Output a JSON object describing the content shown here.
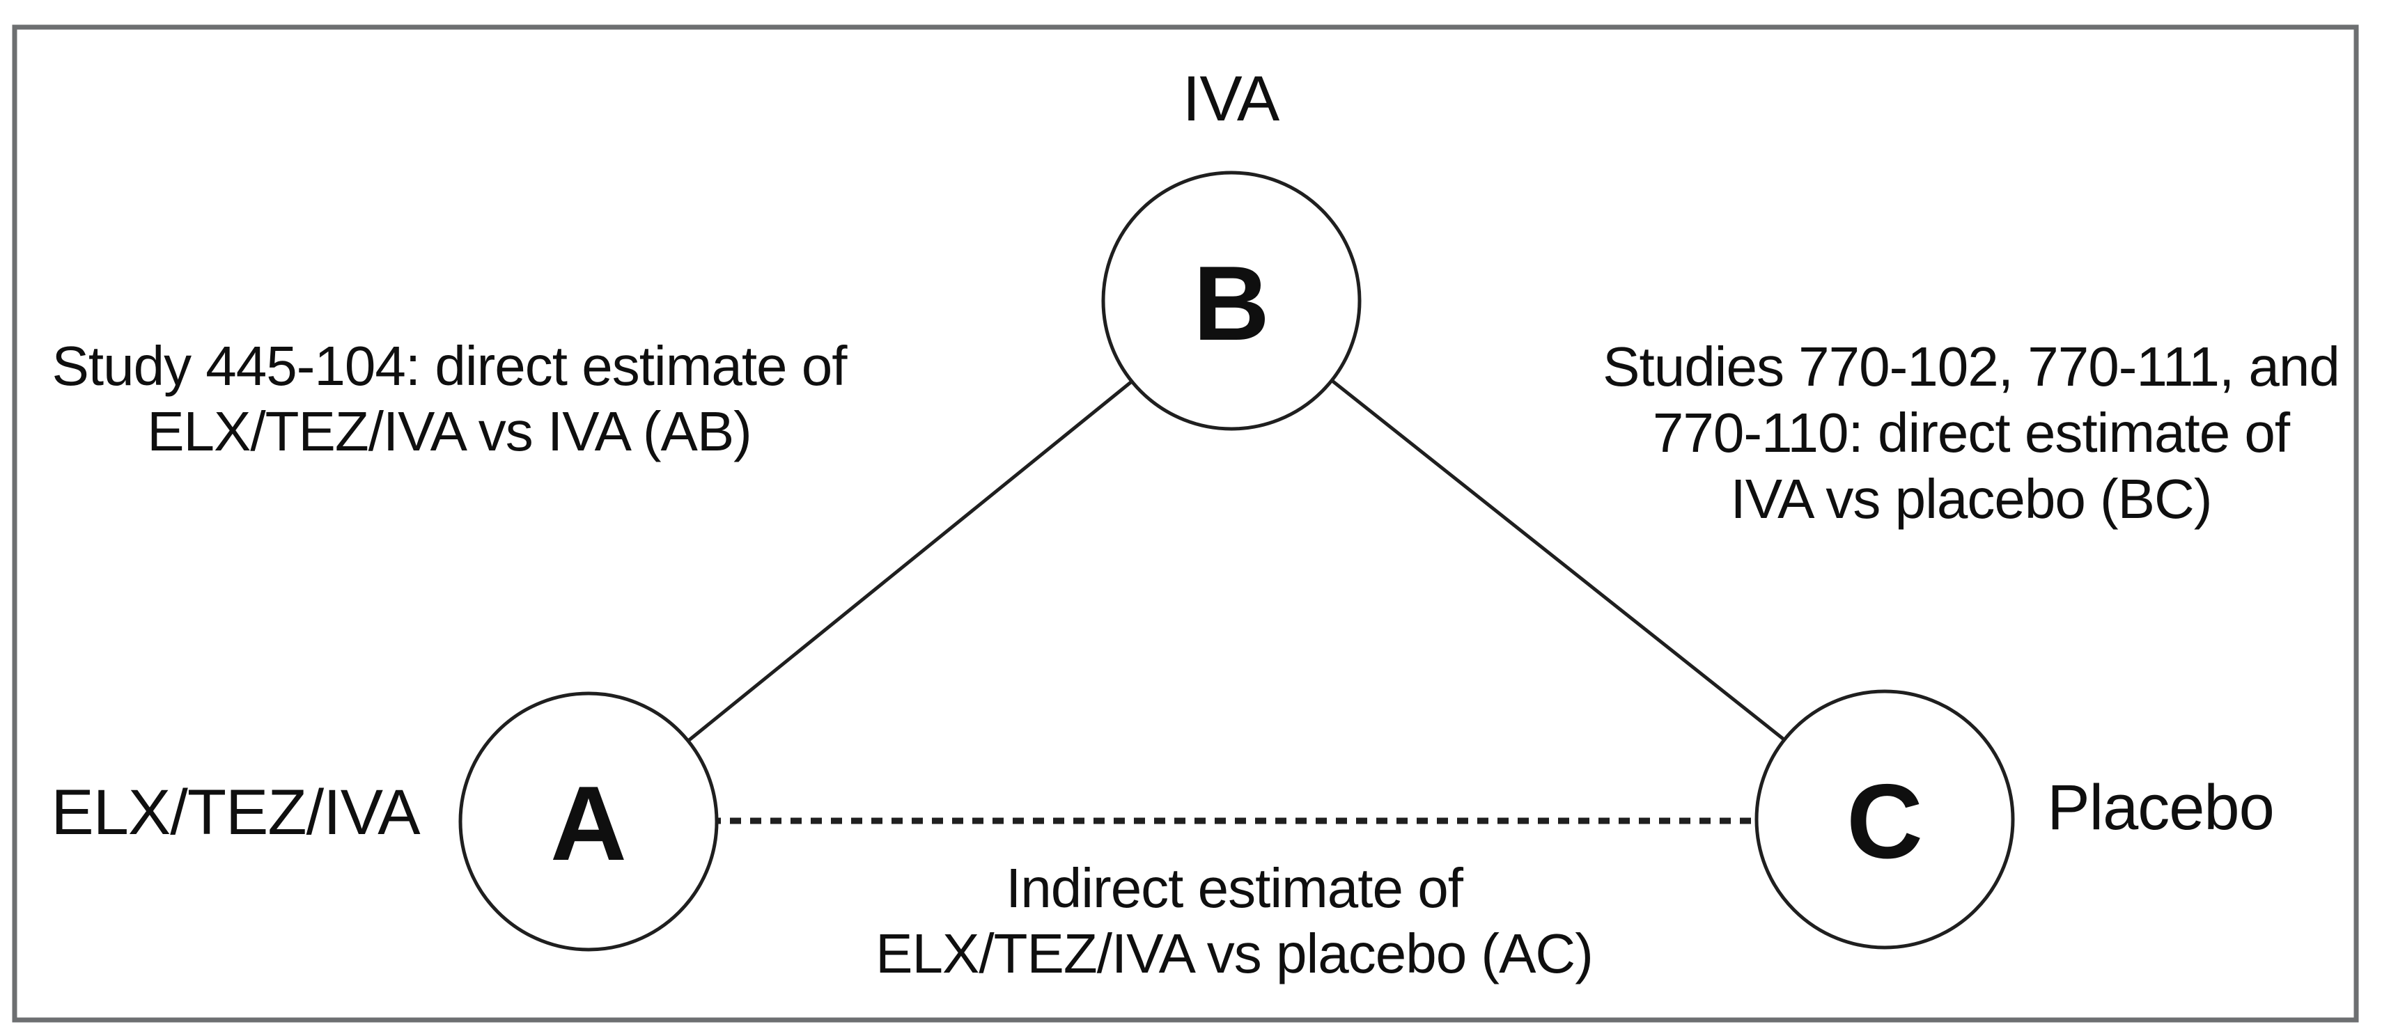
{
  "diagram": {
    "colors": {
      "frame": "#6d6f71",
      "line": "#1f1f1f",
      "text": "#0f0f0f",
      "node_fill": "#ffffff"
    },
    "nodes": [
      {
        "id": "A",
        "letter": "A",
        "label": "ELX/TEZ/IVA"
      },
      {
        "id": "B",
        "letter": "B",
        "label": "IVA"
      },
      {
        "id": "C",
        "letter": "C",
        "label": "Placebo"
      }
    ],
    "edges": [
      {
        "id": "AB",
        "style": "solid",
        "caption_lines": [
          "Study 445-104: direct estimate of",
          "ELX/TEZ/IVA vs IVA (AB)"
        ]
      },
      {
        "id": "BC",
        "style": "solid",
        "caption_lines": [
          "Studies 770-102, 770-111, and",
          "770-110: direct estimate of",
          "IVA vs placebo (BC)"
        ]
      },
      {
        "id": "AC",
        "style": "dashed",
        "caption_lines": [
          "Indirect estimate of",
          "ELX/TEZ/IVA vs placebo (AC)"
        ]
      }
    ]
  }
}
